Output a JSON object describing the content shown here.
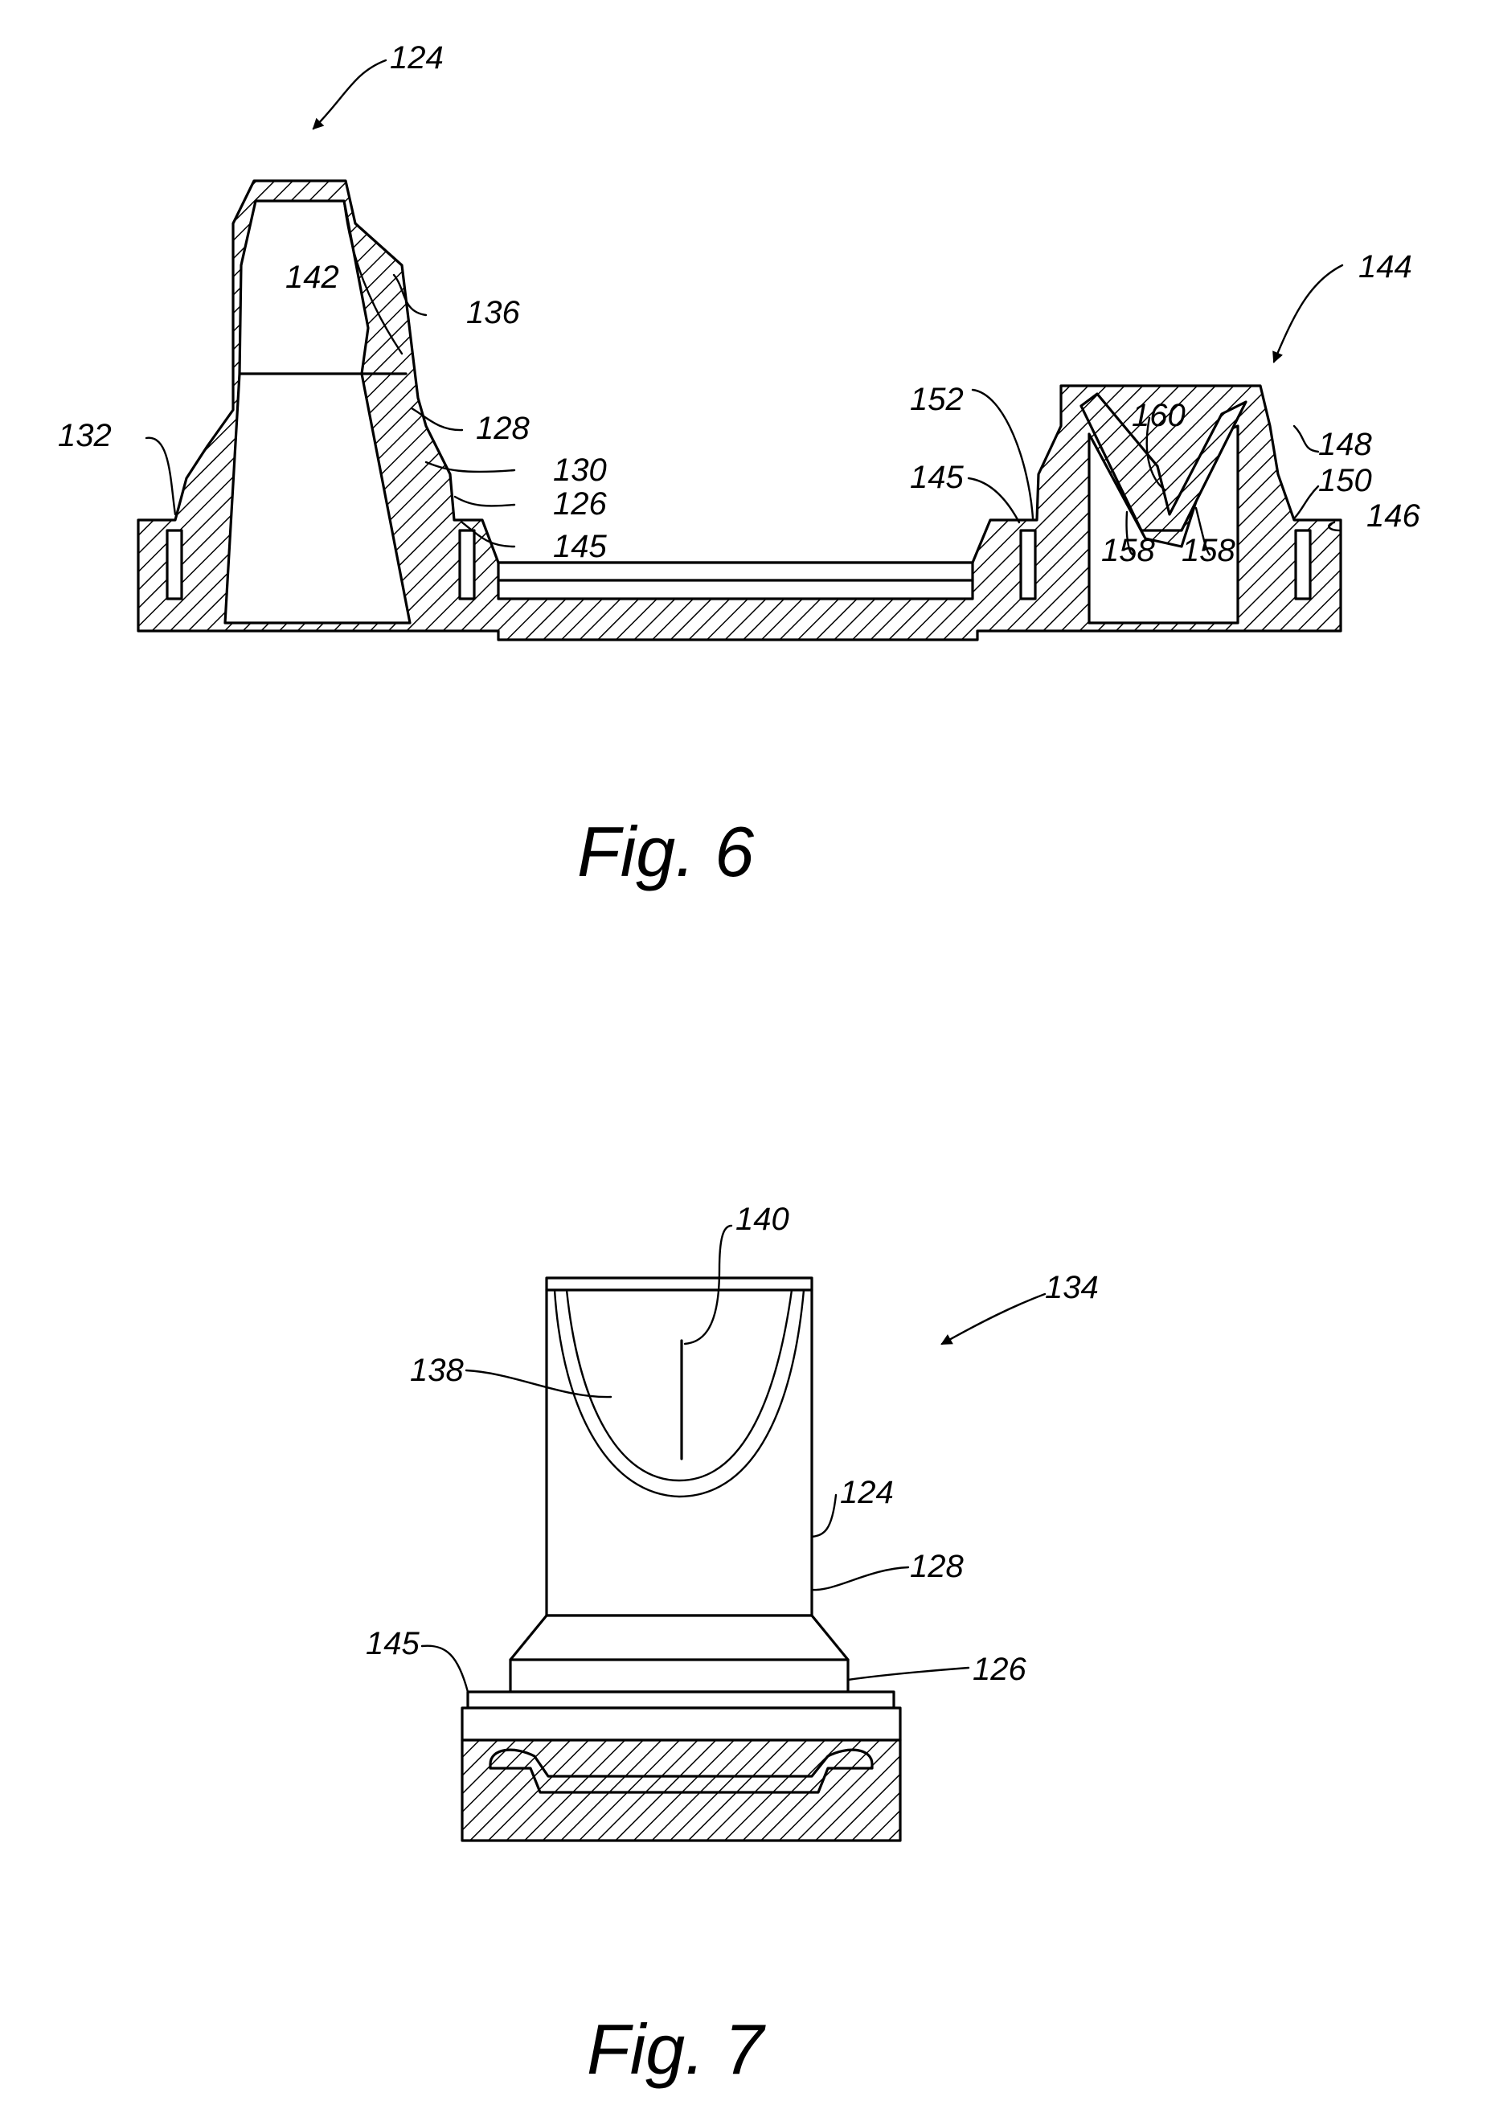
{
  "figures": [
    {
      "caption": "Fig. 6",
      "reference_numerals": [
        "124",
        "142",
        "136",
        "128",
        "132",
        "130",
        "126",
        "145",
        "144",
        "152",
        "160",
        "148",
        "145",
        "150",
        "146",
        "158",
        "158"
      ]
    },
    {
      "caption": "Fig. 7",
      "reference_numerals": [
        "140",
        "134",
        "138",
        "124",
        "128",
        "145",
        "126"
      ]
    }
  ],
  "style": {
    "line_color": "#000000",
    "background": "#ffffff",
    "hatch": "diagonal section hatching"
  }
}
